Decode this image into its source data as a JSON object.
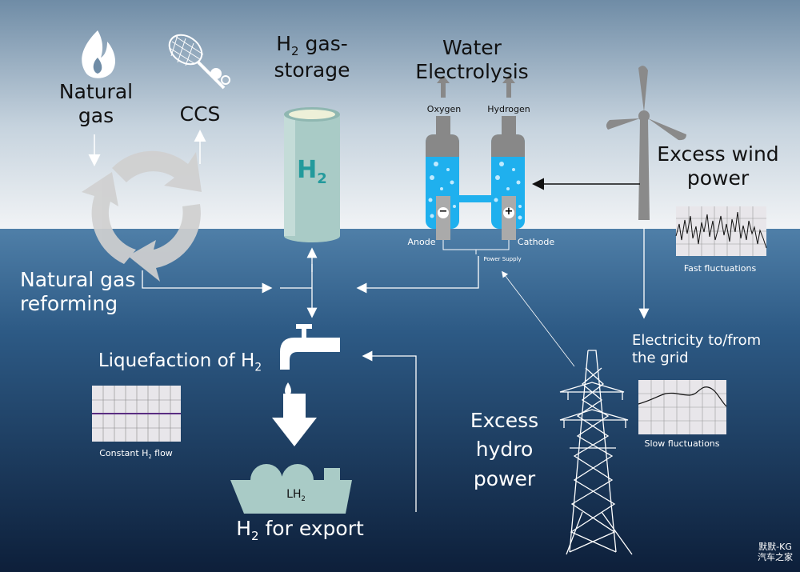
{
  "labels": {
    "natural_gas": "Natural gas",
    "ccs": "CCS",
    "h2_storage_title_h": "H",
    "h2_storage_title_sub": "2",
    "h2_storage_title_rest": "gas-storage",
    "cylinder_h": "H",
    "cylinder_sub": "2",
    "water_electrolysis": "Water Electrolysis",
    "oxygen": "Oxygen",
    "hydrogen": "Hydrogen",
    "anode": "Anode",
    "cathode": "Cathode",
    "power_supply": "Power Supply",
    "minus": "−",
    "plus": "+",
    "excess_wind_power": "Excess wind power",
    "fast_fluctuations": "Fast fluctuations",
    "natural_gas_reforming": "Natural gas reforming",
    "liquefaction": "Liquefaction of H",
    "liquefaction_sub": "2",
    "constant_flow_a": "Constant H",
    "constant_flow_sub": "2",
    "constant_flow_b": " flow",
    "electricity_grid": "Electricity to/from the grid",
    "slow_fluctuations": "Slow fluctuations",
    "excess_hydro_power": "Excess hydro power",
    "ship_label": "LH",
    "ship_label_sub": "2",
    "export_h": "H",
    "export_sub": "2",
    "export_rest": " for export",
    "watermark_1": "默默-KG",
    "watermark_2": "汽车之家"
  },
  "colors": {
    "electrolyte": "#1fb0ee",
    "cylinder": "#a9cbc6",
    "h2_text": "#239a9c",
    "icon_gray": "#cfcfcf"
  }
}
